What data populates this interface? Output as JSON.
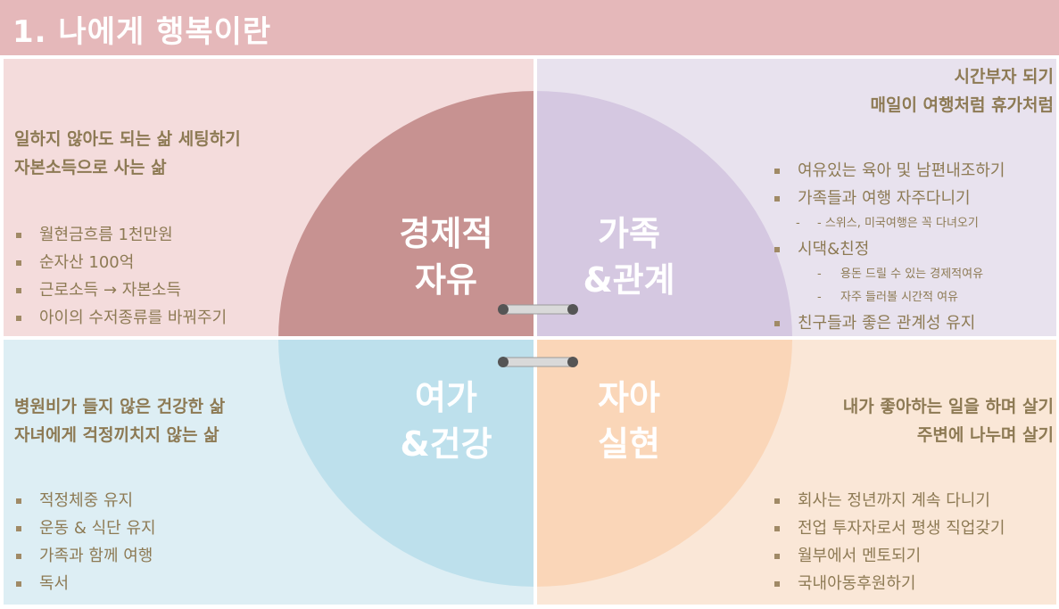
{
  "title": "1. 나에게 행복이란",
  "colors": {
    "title_bar": "#e5b8ba",
    "tl_bg": "#f4dcdc",
    "tr_bg": "#e8e2ee",
    "bl_bg": "#ddeef4",
    "br_bg": "#fae7d7",
    "tl_wedge": "#c79291",
    "tr_wedge": "#d5c8e1",
    "bl_wedge": "#bde0ec",
    "br_wedge": "#fad6b8",
    "text": "#8d7a54"
  },
  "quadrants": {
    "economic": {
      "label_line1": "경제적",
      "label_line2": "자유",
      "heading1": "일하지 않아도 되는 삶 세팅하기",
      "heading2": "자본소득으로 사는 삶",
      "items": [
        "월현금흐름 1천만원",
        "순자산 100억",
        "근로소득 → 자본소득",
        "아이의 수저종류를 바꿔주기"
      ]
    },
    "family": {
      "label_line1": "가족",
      "label_line2": "&관계",
      "heading1": "시간부자 되기",
      "heading2": "매일이 여행처럼 휴가처럼",
      "item1": "여유있는 육아 및 남편내조하기",
      "item2": "가족들과 여행 자주다니기",
      "sub1": "- 스위스, 미국여행은 꼭 다녀오기",
      "item3": "시댁&친정",
      "sub2": "용돈 드릴 수 있는 경제적여유",
      "sub3": "자주 들러볼 시간적 여유",
      "item4": "친구들과 좋은 관계성 유지"
    },
    "leisure": {
      "label_line1": "여가",
      "label_line2": "&건강",
      "heading1": "병원비가 들지 않은 건강한 삶",
      "heading2": "자녀에게 걱정끼치지 않는 삶",
      "items": [
        "적정체중 유지",
        "운동 & 식단 유지",
        "가족과 함께 여행",
        "독서"
      ]
    },
    "self": {
      "label_line1": "자아",
      "label_line2": "실현",
      "heading1": "내가 좋아하는 일을 하며 살기",
      "heading2": "주변에 나누며 살기",
      "items": [
        "회사는 정년까지 계속 다니기",
        "전업 투자자로서 평생 직업갖기",
        "월부에서 멘토되기",
        "국내아동후원하기"
      ]
    }
  }
}
